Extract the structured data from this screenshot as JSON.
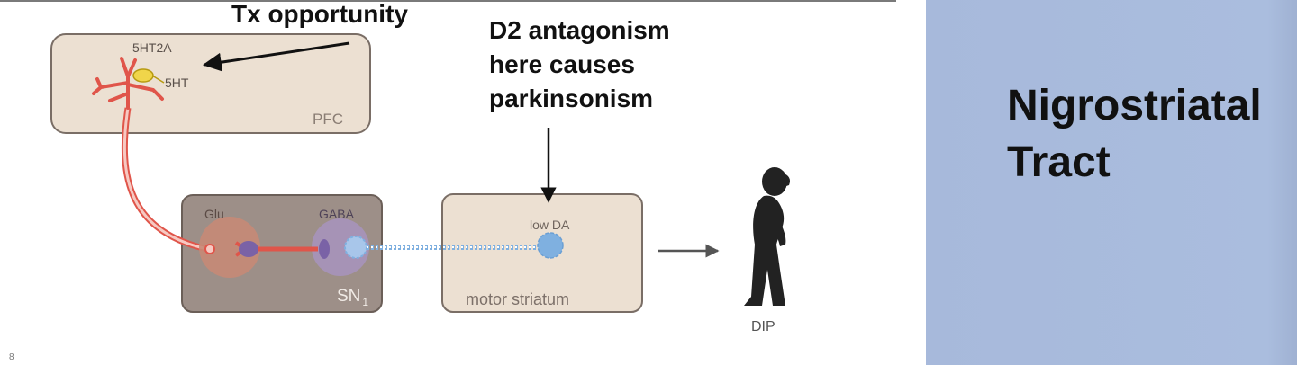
{
  "callouts": {
    "tx_opportunity": "Tx opportunity",
    "d2_line1": "D2 antagonism",
    "d2_line2": "here causes",
    "d2_line3": "parkinsonism"
  },
  "boxes": {
    "pfc": "PFC",
    "sn": "SN",
    "sn_sub": "1",
    "striatum": "motor striatum"
  },
  "labels": {
    "receptor": "5HT2A",
    "serotonin": "5HT",
    "glu": "Glu",
    "gaba": "GABA",
    "low_da": "low DA",
    "dip": "DIP"
  },
  "side_panel": {
    "title_line1": "Nigrostriatal",
    "title_line2": "Tract"
  },
  "page_number": "8",
  "colors": {
    "panel_blue": "#aabdde",
    "box_beige": "#ece0d2",
    "sn_box": "#9d8f88",
    "neuron_red": "#e0554a",
    "da_blue": "#7fb0e0"
  }
}
